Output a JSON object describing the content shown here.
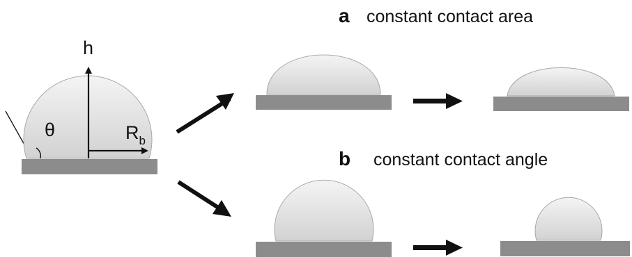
{
  "left_diagram": {
    "height_label": "h",
    "angle_label": "θ",
    "radius_label": "R",
    "radius_subscript": "b"
  },
  "panel_a": {
    "letter": "a",
    "caption": "constant contact area"
  },
  "panel_b": {
    "letter": "b",
    "caption": "constant contact angle"
  },
  "colors": {
    "substrate": "#8c8c8c",
    "droplet_light": "#f6f6f6",
    "droplet_dark": "#d4d4d4",
    "droplet_outline": "#a8a8a8",
    "arrow": "#111111"
  }
}
